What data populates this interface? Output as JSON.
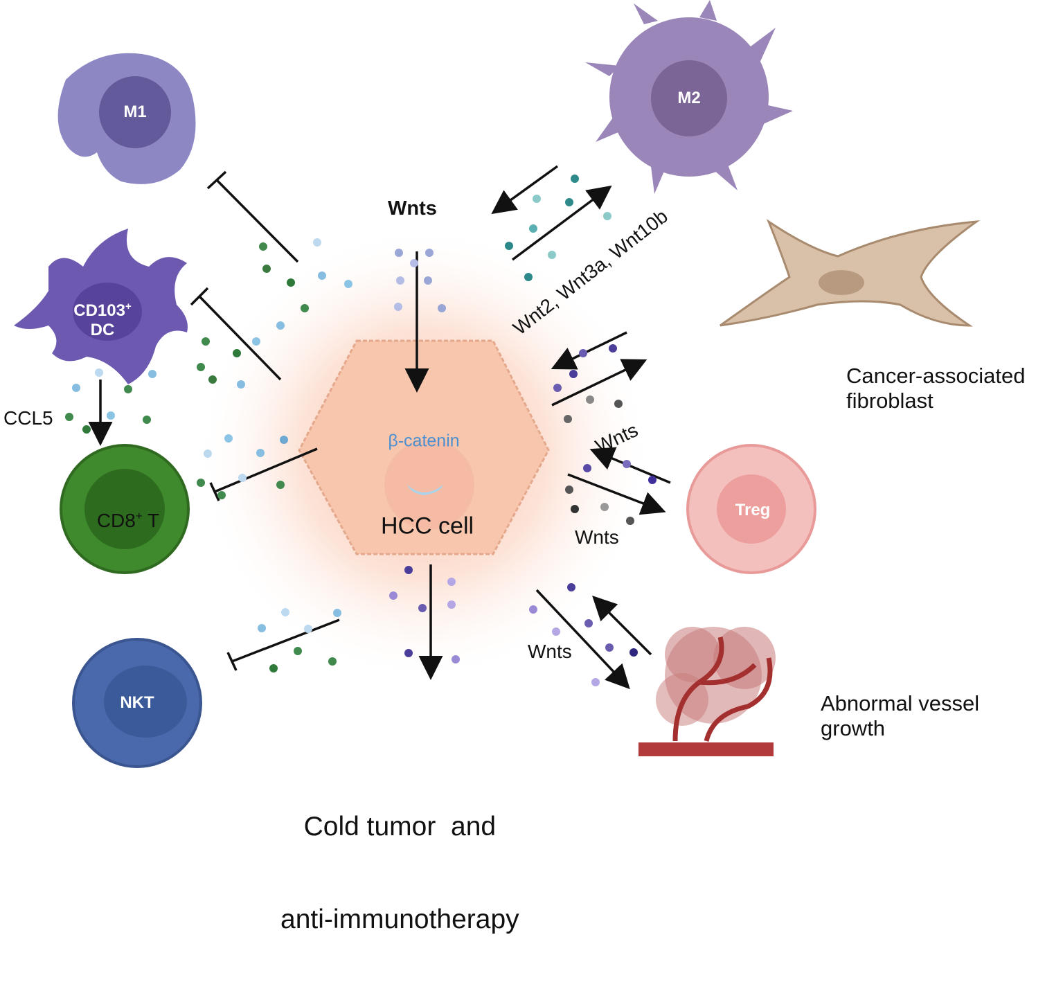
{
  "cells": {
    "m1": "M1",
    "m2": "M2",
    "dc_line1": "CD103",
    "dc_sup": "+",
    "dc_line2": "DC",
    "cd8_main": "CD8",
    "cd8_sup": "+",
    "cd8_tail": " T",
    "nkt": "NKT",
    "treg": "Treg",
    "hcc": "HCC cell",
    "beta_catenin": "β-catenin"
  },
  "labels": {
    "wnts_top": "Wnts",
    "wnt_specific": "Wnt2, Wnt3a, Wnt10b",
    "caf_line1": "Cancer-associated",
    "caf_line2": "fibroblast",
    "wnts_caf": "Wnts",
    "wnts_treg": "Wnts",
    "wnts_vessel": "Wnts",
    "ccl5": "CCL5",
    "vessel_line1": "Abnormal vessel",
    "vessel_line2": "growth",
    "outcome_line1": "Cold tumor  and",
    "outcome_line2": "anti-immunotherapy"
  },
  "colors": {
    "m1": "#8d88c4",
    "m2": "#9a86b8",
    "dc": "#6e59b0",
    "cd8": "#3f8a2c",
    "nkt": "#4a69ac",
    "treg": "#f2a8a8",
    "caf": "#d9c0a8",
    "hcc": "#f6c4aa",
    "vessel": "#b23a3a"
  }
}
